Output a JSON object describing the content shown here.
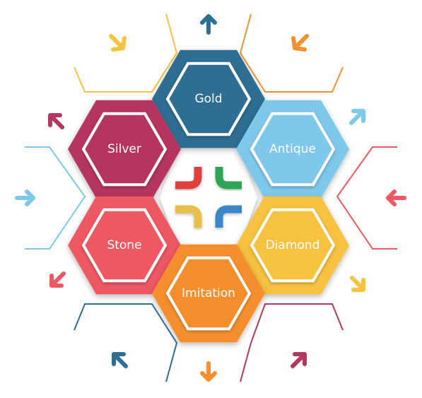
{
  "colors": {
    "gold": "#2e6e93",
    "silver": "#b5365f",
    "antique": "#7ec8ec",
    "stone": "#ee5863",
    "diamond": "#f7c23f",
    "imitation": "#f58f2f",
    "logo_red": "#e0413c",
    "logo_green": "#2ea556",
    "logo_yellow": "#e8c04a",
    "logo_blue": "#3b86c6"
  },
  "hexagons": [
    {
      "key": "gold",
      "label": "Gold"
    },
    {
      "key": "silver",
      "label": "Silver"
    },
    {
      "key": "antique",
      "label": "Antique"
    },
    {
      "key": "stone",
      "label": "Stone"
    },
    {
      "key": "diamond",
      "label": "Diamond"
    },
    {
      "key": "imitation",
      "label": "Imitation"
    }
  ],
  "center": {
    "icon": "four-arrows-logo-icon"
  }
}
